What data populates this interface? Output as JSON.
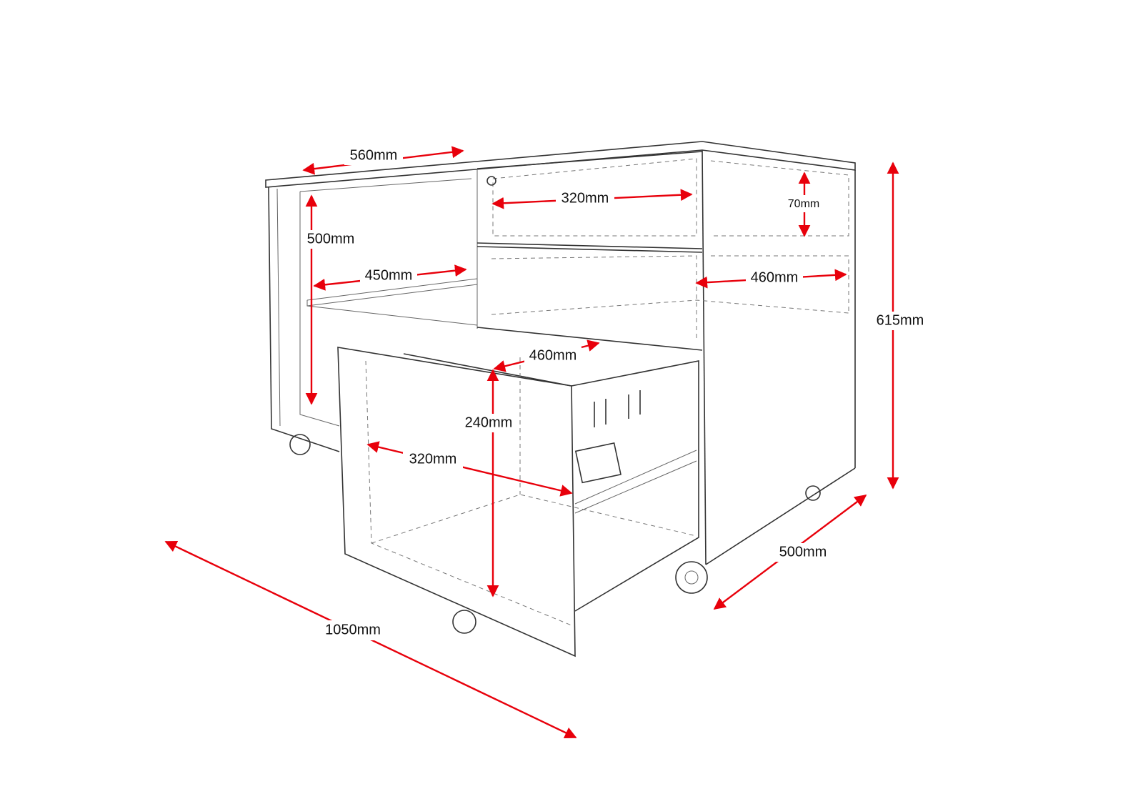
{
  "title": "Mobile pedestal cabinet dimension drawing",
  "colors": {
    "dimension_arrow": "#e8000b",
    "outline": "#333333"
  },
  "dimensions": {
    "top_width": "560mm",
    "drawer_width_top": "320mm",
    "top_drawer_height": "70mm",
    "total_height": "615mm",
    "inner_height": "500mm",
    "shelf_depth": "450mm",
    "drawer_depth_side": "460mm",
    "drawer_depth_open": "460mm",
    "drawer_height": "240mm",
    "drawer_width_open": "320mm",
    "total_width": "1050mm",
    "total_depth": "500mm"
  }
}
